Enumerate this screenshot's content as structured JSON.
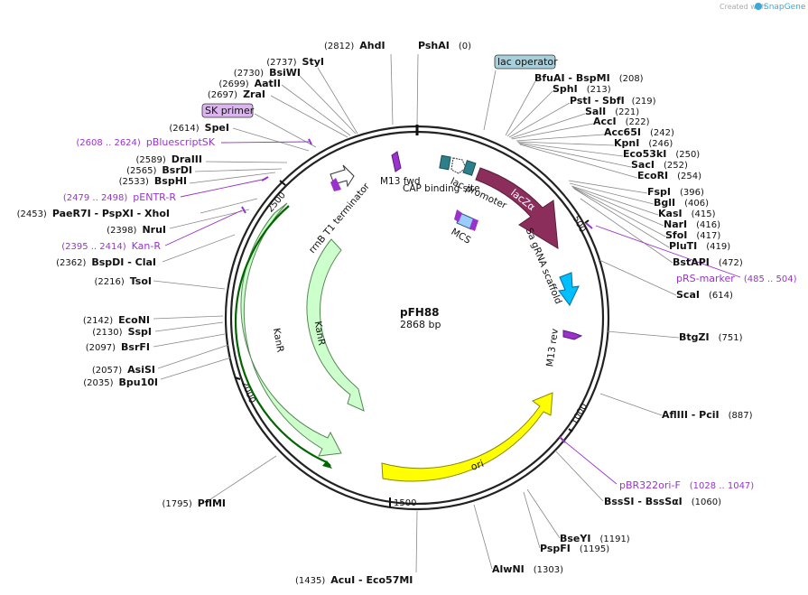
{
  "credit": {
    "prefix": "Created with",
    "brand": "SnapGene"
  },
  "plasmid": {
    "name": "pFH88",
    "size_label": "2868 bp",
    "length": 2868
  },
  "ticks": [
    {
      "label": "500",
      "pos": 500
    },
    {
      "label": "1000",
      "pos": 1000
    },
    {
      "label": "1500",
      "pos": 1500
    },
    {
      "label": "2000",
      "pos": 2000
    },
    {
      "label": "2500",
      "pos": 2500
    }
  ],
  "sites": {
    "top": [
      {
        "pos_label": "(2812)",
        "name": "AhdI"
      },
      {
        "name": "PshAI",
        "pos_label": "(0)"
      }
    ],
    "left": [
      {
        "pos_label": "(2737)",
        "name": "StyI"
      },
      {
        "pos_label": "(2730)",
        "name": "BsiWI"
      },
      {
        "pos_label": "(2699)",
        "name": "AatII"
      },
      {
        "pos_label": "(2697)",
        "name": "ZraI"
      },
      {
        "pos_label": "(2614)",
        "name": "SpeI"
      },
      {
        "pos_label": "(2589)",
        "name": "DraIII"
      },
      {
        "pos_label": "(2565)",
        "name": "BsrDI"
      },
      {
        "pos_label": "(2533)",
        "name": "BspHI"
      },
      {
        "pos_label": "(2453)",
        "name": "PaeR7I - PspXI - XhoI"
      },
      {
        "pos_label": "(2398)",
        "name": "NruI"
      },
      {
        "pos_label": "(2362)",
        "name": "BspDI - ClaI"
      },
      {
        "pos_label": "(2216)",
        "name": "TsoI"
      },
      {
        "pos_label": "(2142)",
        "name": "EcoNI"
      },
      {
        "pos_label": "(2130)",
        "name": "SspI"
      },
      {
        "pos_label": "(2097)",
        "name": "BsrFI"
      },
      {
        "pos_label": "(2057)",
        "name": "AsiSI"
      },
      {
        "pos_label": "(2035)",
        "name": "Bpu10I"
      },
      {
        "pos_label": "(1795)",
        "name": "PflMI"
      }
    ],
    "right": [
      {
        "name": "BfuAI - BspMI",
        "pos_label": "(208)"
      },
      {
        "name": "SphI",
        "pos_label": "(213)"
      },
      {
        "name": "PstI - SbfI",
        "pos_label": "(219)"
      },
      {
        "name": "SalI",
        "pos_label": "(221)"
      },
      {
        "name": "AccI",
        "pos_label": "(222)"
      },
      {
        "name": "Acc65I",
        "pos_label": "(242)"
      },
      {
        "name": "KpnI",
        "pos_label": "(246)"
      },
      {
        "name": "Eco53kI",
        "pos_label": "(250)"
      },
      {
        "name": "SacI",
        "pos_label": "(252)"
      },
      {
        "name": "EcoRI",
        "pos_label": "(254)"
      },
      {
        "name": "FspI",
        "pos_label": "(396)"
      },
      {
        "name": "BglI",
        "pos_label": "(406)"
      },
      {
        "name": "KasI",
        "pos_label": "(415)"
      },
      {
        "name": "NarI",
        "pos_label": "(416)"
      },
      {
        "name": "SfoI",
        "pos_label": "(417)"
      },
      {
        "name": "PluTI",
        "pos_label": "(419)"
      },
      {
        "name": "BstAPI",
        "pos_label": "(472)"
      },
      {
        "name": "ScaI",
        "pos_label": "(614)"
      },
      {
        "name": "BtgZI",
        "pos_label": "(751)"
      },
      {
        "name": "AflIII - PciI",
        "pos_label": "(887)"
      },
      {
        "name": "BssSI - BssSαI",
        "pos_label": "(1060)"
      },
      {
        "name": "BseYI",
        "pos_label": "(1191)"
      },
      {
        "name": "PspFI",
        "pos_label": "(1195)"
      },
      {
        "name": "AlwNI",
        "pos_label": "(1303)"
      }
    ],
    "bottom": [
      {
        "pos_label": "(1435)",
        "name": "AcuI - Eco57MI"
      }
    ]
  },
  "primers": [
    {
      "name": "pBluescriptSK",
      "range_label": "(2608 .. 2624)"
    },
    {
      "name": "pENTR-R",
      "range_label": "(2479 .. 2498)"
    },
    {
      "name": "Kan-R",
      "range_label": "(2395 .. 2414)"
    },
    {
      "name": "pRS-marker",
      "range_label": "(485 .. 504)"
    },
    {
      "name": "pBR322ori-F",
      "range_label": "(1028 .. 1047)"
    }
  ],
  "boxed_labels": {
    "lac_operator": "lac operator",
    "sk_primer": "SK primer"
  },
  "features": {
    "m13_fwd": "M13 fwd",
    "cap_site": "CAP binding site",
    "lac_promoter": "lac promoter",
    "lacz": "lacZα",
    "mcs": "MCS",
    "sa_grna": "Sa gRNA scaffold",
    "m13_rev": "M13 rev",
    "ori": "ori",
    "kanr_outer": "KanR",
    "kanr_inner": "KanR",
    "rrnb": "rrnB T1 terminator"
  },
  "colors": {
    "lacz": "#8b2e5c",
    "ori": "#ffff00",
    "kanr": "#ccffcc",
    "sa_grna": "#00bfff",
    "primer": "#9933cc",
    "lac_operator_fill": "#a8d0dc",
    "sk_primer_fill": "#dcb4f0",
    "promoter": "#2e7f8c",
    "mcs": "#99ccff",
    "kan_orf": "#006600"
  }
}
